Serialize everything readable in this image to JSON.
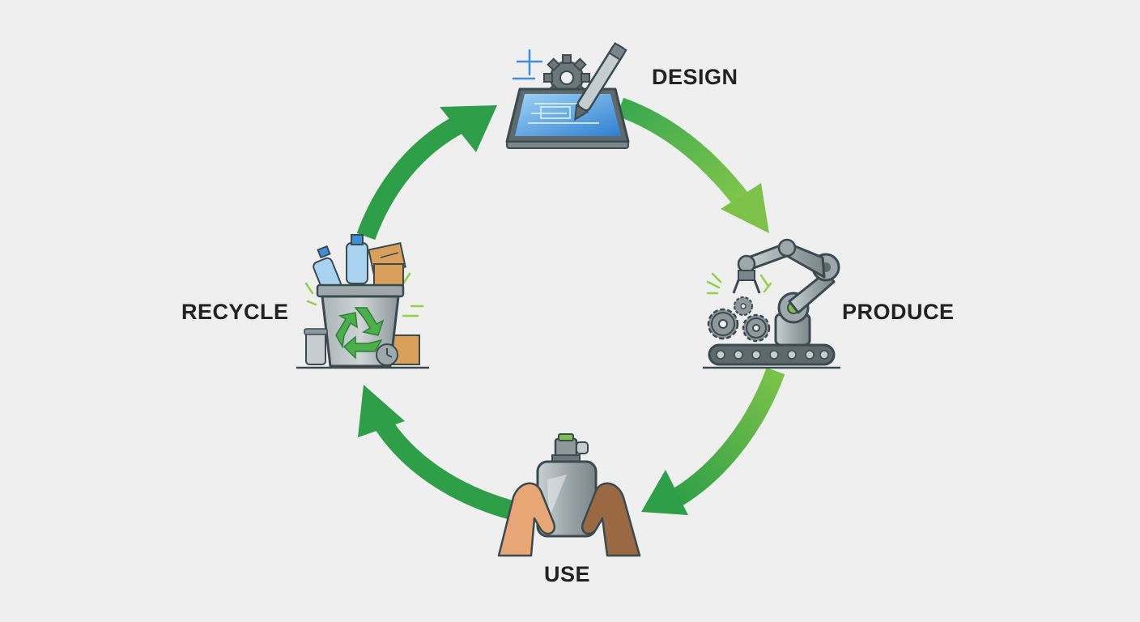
{
  "stages": [
    {
      "id": "design",
      "label": "DESIGN",
      "icon": "tablet-blueprint-icon"
    },
    {
      "id": "produce",
      "label": "PRODUCE",
      "icon": "robot-arm-conveyor-icon"
    },
    {
      "id": "use",
      "label": "USE",
      "icon": "hands-holding-bottle-icon"
    },
    {
      "id": "recycle",
      "label": "RECYCLE",
      "icon": "recycle-bin-icon"
    }
  ],
  "colors": {
    "background": "#efefef",
    "arrow_dark": "#2e9e48",
    "arrow_light": "#7cc24a",
    "label": "#222222",
    "icon_stroke": "#3a4a4f",
    "metal": "#8e989c",
    "screen_blue": "#3f8fd8",
    "cardboard": "#d9a05b",
    "skin_light": "#e8a576",
    "skin_dark": "#9b6844"
  }
}
